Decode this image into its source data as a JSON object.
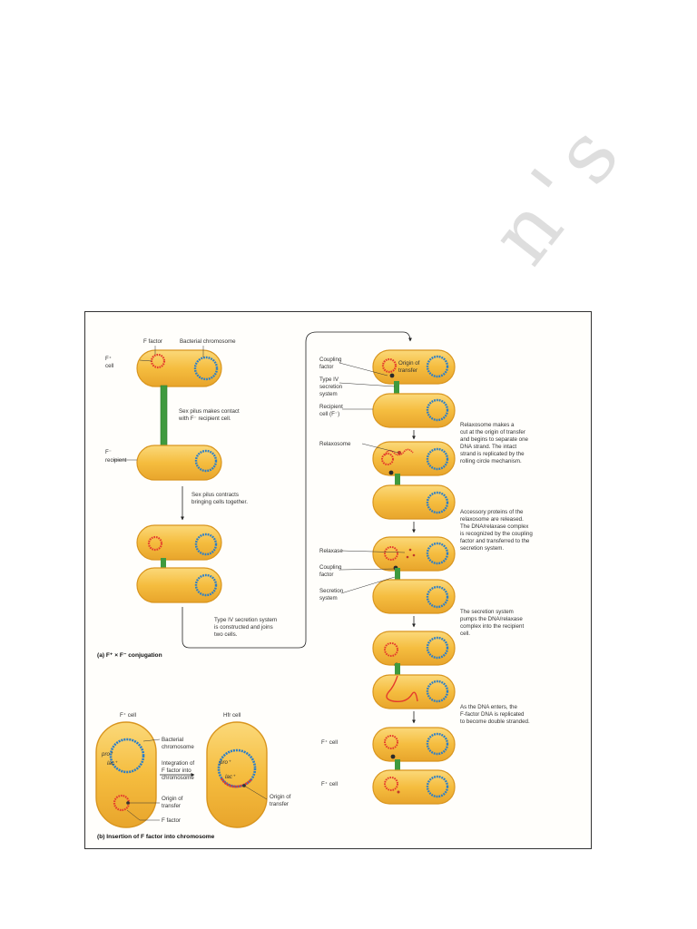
{
  "watermark": "n's",
  "colors": {
    "cell_fill": "#f6c244",
    "cell_stroke": "#d9951e",
    "f_factor": "#e43a2c",
    "chromosome": "#2b7ec8",
    "pilus": "#3f9a3f"
  },
  "panel_a": {
    "caption": "(a) F⁺ × F⁻ conjugation",
    "left_labels": {
      "f_factor": "F factor",
      "bacterial_chromosome": "Bacterial chromosome",
      "f_plus_cell": [
        "F⁺",
        "cell"
      ],
      "f_minus_recipient": [
        "F⁻",
        "recipient"
      ]
    },
    "notes": {
      "sex_pilus_contact": [
        "Sex pilus makes contact",
        "with F⁻ recipient cell."
      ],
      "sex_pilus_contracts": [
        "Sex pilus contracts",
        "bringing cells together."
      ],
      "type_iv": [
        "Type IV secretion system",
        "is constructed and joins",
        "two cells."
      ],
      "relaxosome_cut": [
        "Relaxosome makes a",
        "cut at the origin of transfer",
        "and begins to separate one",
        "DNA strand. The intact",
        "strand is replicated by the",
        "rolling circle mechanism."
      ],
      "accessory": [
        "Accessory proteins of the",
        "relaxosome are released.",
        "The DNA/relaxase complex",
        "is recognized by the coupling",
        "factor and transferred to the",
        "secretion system."
      ],
      "secretion_pumps": [
        "The secretion system",
        "pumps the DNA/relaxase",
        "complex into the recipient",
        "cell."
      ],
      "dna_enters": [
        "As the DNA enters, the",
        "F-factor DNA is replicated",
        "to become double stranded."
      ]
    },
    "right_labels": {
      "coupling_factor": [
        "Coupling",
        "factor"
      ],
      "origin_of_transfer": [
        "Origin of",
        "transfer"
      ],
      "type_iv_secretion": [
        "Type IV",
        "secretion",
        "system"
      ],
      "recipient_cell": [
        "Recipient",
        "cell (F⁻)"
      ],
      "relaxosome": "Relaxosome",
      "relaxase": "Relaxase",
      "coupling_factor_2": [
        "Coupling",
        "factor"
      ],
      "secretion_system": [
        "Secretion",
        "system"
      ],
      "f_plus_cell_1": "F⁺ cell",
      "f_plus_cell_2": "F⁺ cell"
    }
  },
  "panel_b": {
    "caption": "(b) Insertion of F factor into chromosome",
    "f_plus_cell": "F⁺ cell",
    "hfr_cell": "Hfr cell",
    "bacterial_chromosome": [
      "Bacterial",
      "chromosome"
    ],
    "integration": [
      "Integration of",
      "F factor into",
      "chromosome"
    ],
    "origin_of_transfer": [
      "Origin of",
      "transfer"
    ],
    "f_factor": "F factor",
    "origin_of_transfer_hfr": [
      "Origin of",
      "transfer"
    ],
    "pro": "pro⁺",
    "lac": "lac⁺"
  }
}
